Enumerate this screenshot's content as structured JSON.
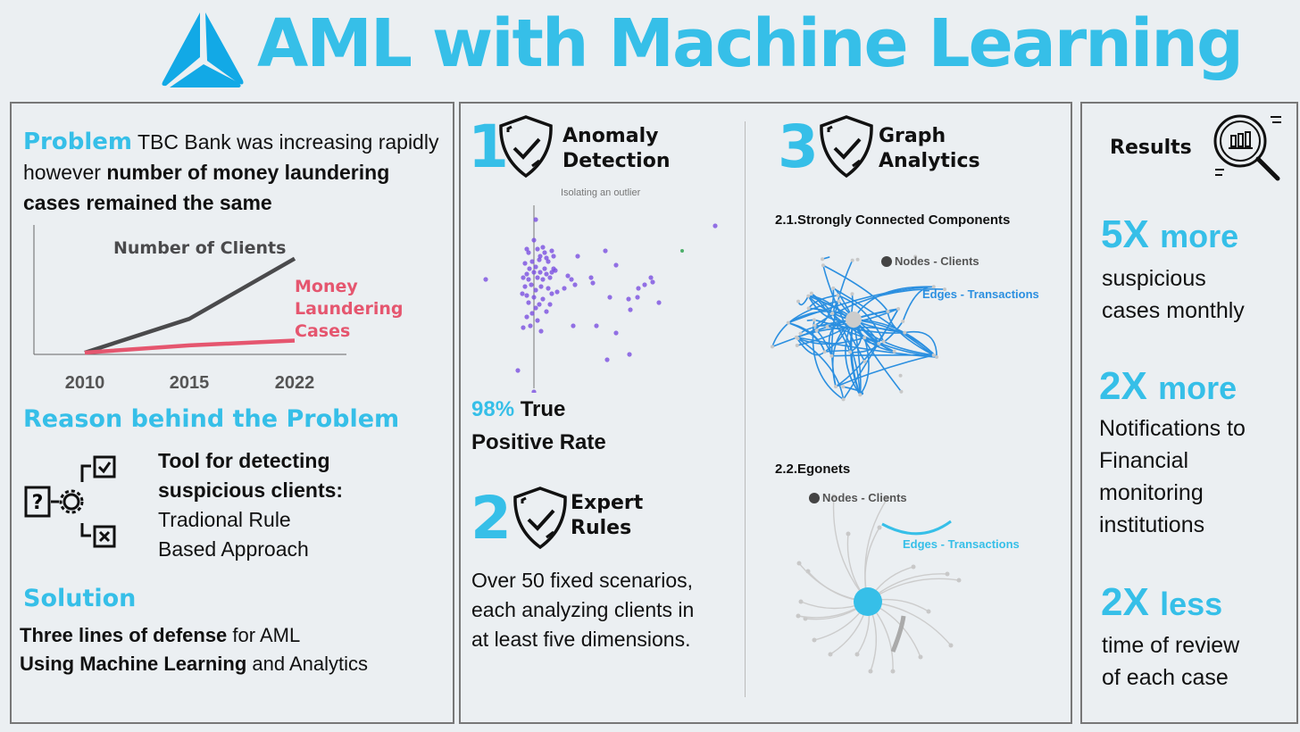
{
  "header": {
    "title": "AML with Machine Learning",
    "logo_icon": "triangle-logo-icon"
  },
  "problem": {
    "label": "Problem",
    "text_plain": " TBC Bank was increasing rapidly however ",
    "text_bold": "number of money laundering cases remained the same"
  },
  "chart_data": {
    "type": "line",
    "title": "",
    "x": [
      "2010",
      "2015",
      "2022"
    ],
    "xlabel": "",
    "ylabel": "",
    "ylim": [
      0,
      100
    ],
    "grid": false,
    "series": [
      {
        "name": "Number of Clients",
        "values": [
          0,
          28,
          78
        ],
        "color": "#4a4a4c"
      },
      {
        "name": "Money Laundering Cases",
        "values": [
          0,
          6,
          10
        ],
        "color": "#e5566f"
      }
    ],
    "annotations": [
      "Number of Clients",
      "Money Laundering Cases"
    ]
  },
  "reason": {
    "heading": "Reason behind the Problem",
    "text_bold_1": "Tool for detecting",
    "text_bold_2": "suspicious clients:",
    "text_1": "Tradional Rule",
    "text_2": "Based Approach",
    "icon": "decision-flow-icon"
  },
  "solution": {
    "heading": "Solution",
    "line1_bold": "Three lines of defense",
    "line1_plain": " for AML",
    "line2_bold": "Using Machine Learning",
    "line2_plain": " and Analytics"
  },
  "steps": {
    "anomaly": {
      "number": "1",
      "title_1": "Anomaly",
      "title_2": "Detection",
      "caption": "Isolating an outlier",
      "metric_value": "98%",
      "metric_label_1": " True",
      "metric_label_2": "Positive Rate"
    },
    "expert": {
      "number": "2",
      "title_1": "Expert",
      "title_2": "Rules",
      "text_1": "Over 50 fixed scenarios,",
      "text_2": "each analyzing clients in",
      "text_3": "at least five dimensions."
    },
    "graph": {
      "number": "3",
      "title_1": "Graph",
      "title_2": "Analytics",
      "scc_heading": "2.1.Strongly Connected Components",
      "ego_heading": "2.2.Egonets",
      "legend_nodes": "Nodes - Clients",
      "legend_edges": "Edges - Transactions"
    }
  },
  "results": {
    "label": "Results",
    "icon": "magnifier-chart-icon",
    "items": [
      {
        "value": "5X",
        "qualifier": "more",
        "desc_1": "suspicious",
        "desc_2": "cases monthly"
      },
      {
        "value": "2X",
        "qualifier": "more",
        "desc_1": "Notifications to",
        "desc_2": "Financial",
        "desc_3": "monitoring",
        "desc_4": "institutions"
      },
      {
        "value": "2X",
        "qualifier": "less",
        "desc_1": "time of review",
        "desc_2": "of each case"
      }
    ]
  },
  "colors": {
    "accent": "#36bfe8",
    "clients_line": "#4a4a4c",
    "cases_line": "#e5566f",
    "graph_edges": "#2b8fe0",
    "scatter_points": "#7b4fe0",
    "outlier_point": "#4caf6a",
    "background": "#ebeff2"
  }
}
